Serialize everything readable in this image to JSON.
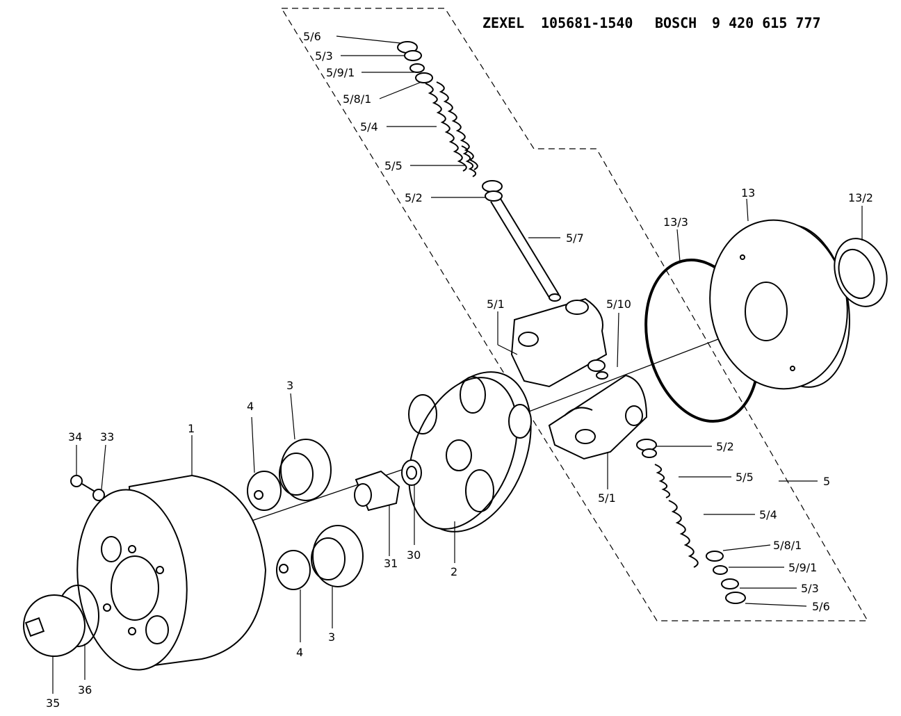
{
  "header": {
    "brand_a": "ZEXEL",
    "part_a": "105681-1540",
    "brand_b": "BOSCH",
    "part_b": "9 420 615 777"
  },
  "callouts": {
    "c_5_6_top": "5/6",
    "c_5_3_top": "5/3",
    "c_5_9_1_top": "5/9/1",
    "c_5_8_1_top": "5/8/1",
    "c_5_4_top": "5/4",
    "c_5_5_top": "5/5",
    "c_5_2_top": "5/2",
    "c_5_7": "5/7",
    "c_5_1_top": "5/1",
    "c_5_10": "5/10",
    "c_13_3": "13/3",
    "c_13": "13",
    "c_13_2": "13/2",
    "c_5_2_bot": "5/2",
    "c_5_5_bot": "5/5",
    "c_5": "5",
    "c_5_1_bot": "5/1",
    "c_5_4_bot": "5/4",
    "c_5_8_1_bot": "5/8/1",
    "c_5_9_1_bot": "5/9/1",
    "c_5_3_bot": "5/3",
    "c_5_6_bot": "5/6",
    "c_34": "34",
    "c_33": "33",
    "c_1": "1",
    "c_4_top": "4",
    "c_3_top": "3",
    "c_31": "31",
    "c_30": "30",
    "c_2": "2",
    "c_4_bot": "4",
    "c_3_bot": "3",
    "c_35": "35",
    "c_36": "36"
  }
}
